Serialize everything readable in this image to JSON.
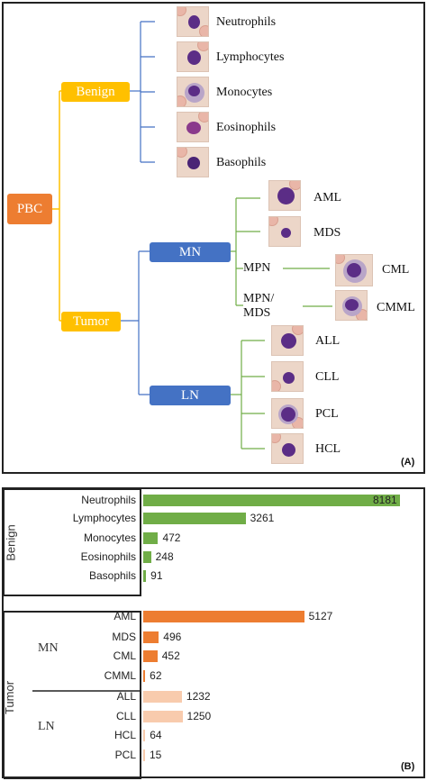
{
  "diagram": {
    "root": "PBC",
    "benign": "Benign",
    "tumor": "Tumor",
    "mn": "MN",
    "ln": "LN",
    "benign_items": [
      "Neutrophils",
      "Lymphocytes",
      "Monocytes",
      "Eosinophils",
      "Basophils"
    ],
    "mn_items": [
      "AML",
      "MDS"
    ],
    "mpn": "MPN",
    "mpn_mds": "MPN/\nMDS",
    "cml": "CML",
    "cmml": "CMML",
    "ln_items": [
      "ALL",
      "CLL",
      "PCL",
      "HCL"
    ],
    "panel_label": "(A)",
    "colors": {
      "root": "#ed7d31",
      "benign": "#ffc000",
      "tumor": "#ffc000",
      "mn": "#4472c4",
      "ln": "#4472c4",
      "benign_line": "#4472c4",
      "tumor_line": "#70ad47",
      "main_line": "#ffc000"
    }
  },
  "chart_panel": {
    "panel_label": "(B)",
    "groups": {
      "benign": "Benign",
      "tumor": "Tumor",
      "mn": "MN",
      "ln": "LN"
    }
  },
  "chart_data": {
    "type": "bar",
    "orientation": "horizontal",
    "categories": [
      "Neutrophils",
      "Lymphocytes",
      "Monocytes",
      "Eosinophils",
      "Basophils",
      "AML",
      "MDS",
      "CML",
      "CMML",
      "ALL",
      "CLL",
      "HCL",
      "PCL"
    ],
    "values": [
      8181,
      3261,
      472,
      248,
      91,
      5127,
      496,
      452,
      62,
      1232,
      1250,
      64,
      15
    ],
    "colors": [
      "#70ad47",
      "#70ad47",
      "#70ad47",
      "#70ad47",
      "#70ad47",
      "#ed7d31",
      "#ed7d31",
      "#ed7d31",
      "#ed7d31",
      "#f8cbad",
      "#f8cbad",
      "#f8cbad",
      "#f8cbad"
    ],
    "xlim": [
      0,
      8181
    ]
  }
}
